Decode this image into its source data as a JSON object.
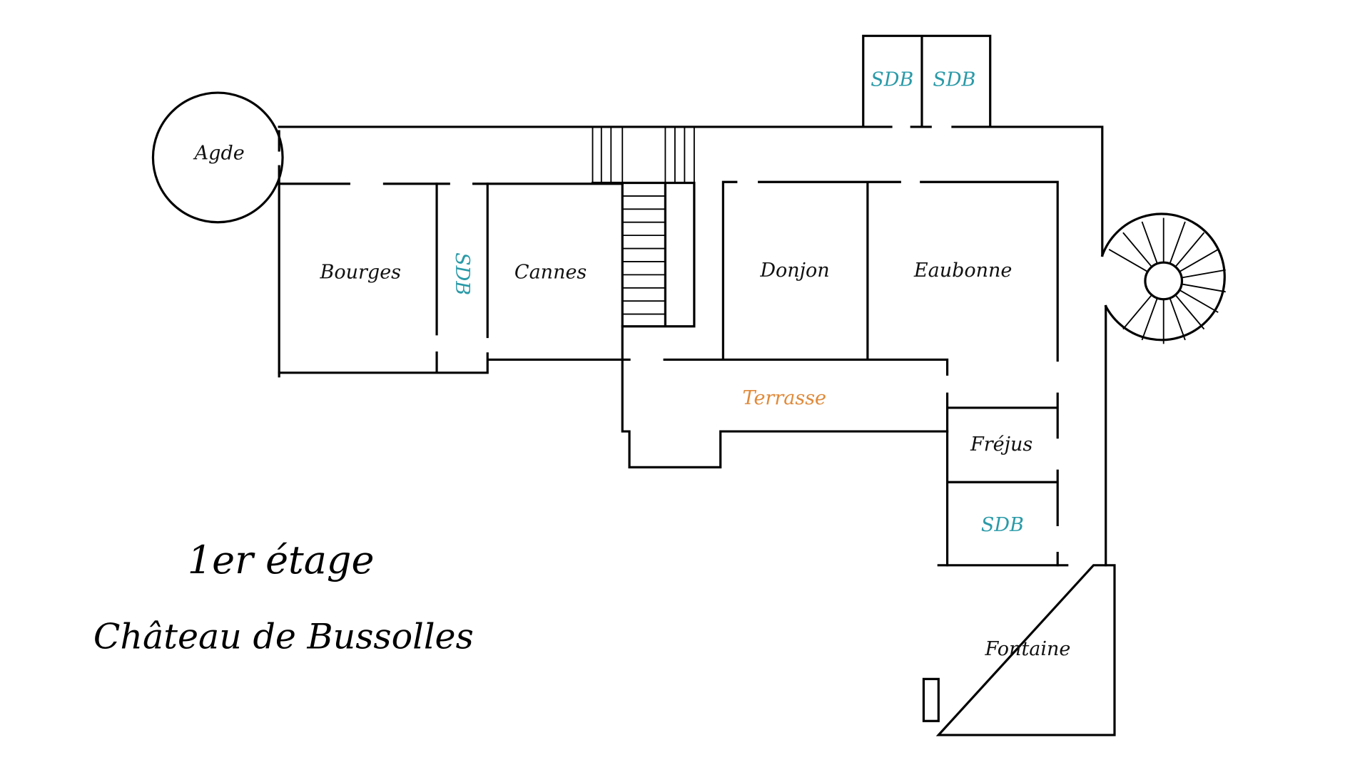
{
  "plan": {
    "floor_title": "1er étage",
    "building_name": "Château de Bussolles",
    "rooms": {
      "agde": "Agde",
      "bourges": "Bourges",
      "sdb_west": "SDB",
      "cannes": "Cannes",
      "donjon": "Donjon",
      "eaubonne": "Eaubonne",
      "sdb_north_1": "SDB",
      "sdb_north_2": "SDB",
      "terrasse": "Terrasse",
      "frejus": "Fréjus",
      "sdb_east": "SDB",
      "fontaine": "Fontaine"
    },
    "colors": {
      "bathroom": "#2a9aa8",
      "terrace": "#e08a3a",
      "walls": "#000000"
    }
  }
}
